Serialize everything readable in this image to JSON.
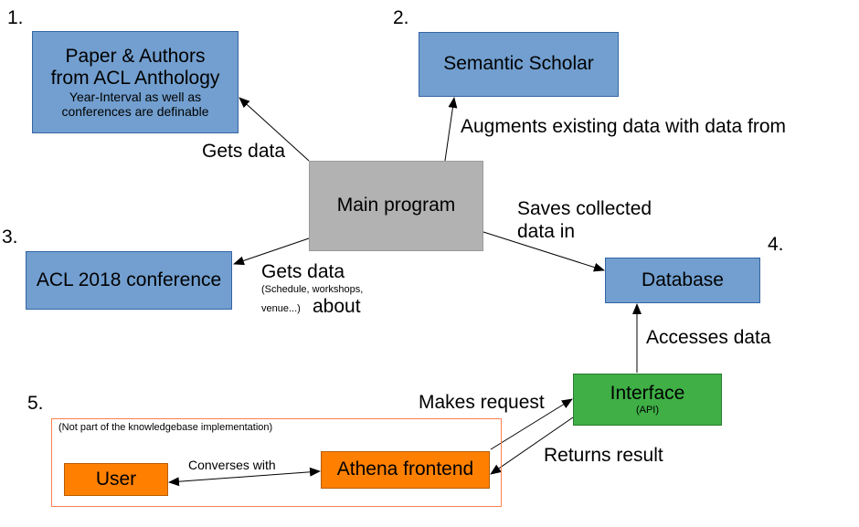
{
  "numbers": {
    "n1": "1.",
    "n2": "2.",
    "n3": "3.",
    "n4": "4.",
    "n5": "5."
  },
  "nodes": {
    "acl_anthology": {
      "line1": "Paper & Authors",
      "line2": "from ACL Anthology",
      "line3": "Year-Interval as well as",
      "line4": "conferences are definable"
    },
    "semantic_scholar": "Semantic Scholar",
    "main_program": "Main program",
    "acl_2018": "ACL 2018 conference",
    "database": "Database",
    "interface": {
      "title": "Interface",
      "subtitle": "(API)"
    },
    "athena": "Athena frontend",
    "user": "User"
  },
  "edges": {
    "gets_data_1": "Gets data",
    "augments": "Augments existing data with data from",
    "saves_line1": "Saves collected",
    "saves_line2": "data in",
    "gets_data_2": "Gets data",
    "gets_data_2_detail1": "(Schedule, workshops,",
    "gets_data_2_detail2": "venue...)",
    "gets_data_2_about": "about",
    "accesses": "Accesses data",
    "makes_request": "Makes request",
    "returns_result": "Returns result",
    "converses": "Converses with"
  },
  "frame_note": "(Not part of the knowledgebase implementation)",
  "colors": {
    "blue": "#729fcf",
    "gray": "#b2b2b2",
    "green": "#3faf46",
    "orange": "#ff8000",
    "frame": "#ff7f50"
  }
}
